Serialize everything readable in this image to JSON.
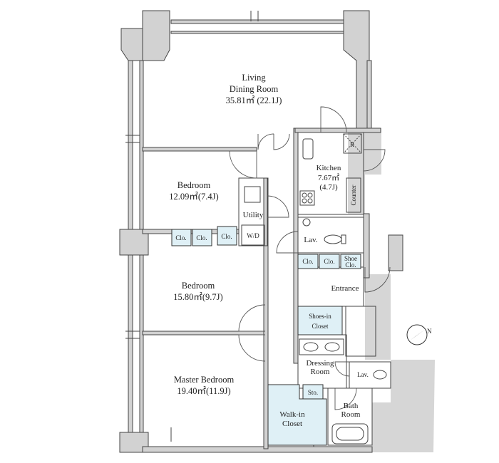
{
  "rooms": {
    "living": {
      "name_line1": "Living",
      "name_line2": "Dining Room",
      "area": "35.81㎡ (22.1J)"
    },
    "kitchen": {
      "name": "Kitchen",
      "area": "7.67㎡",
      "area2": "(4.7J)",
      "fridge": "R",
      "counter": "Counter"
    },
    "bedroom1": {
      "name": "Bedroom",
      "area": "12.09㎡(7.4J)"
    },
    "bedroom2": {
      "name": "Bedroom",
      "area": "15.80㎡(9.7J)"
    },
    "master": {
      "name": "Master Bedroom",
      "area": "19.40㎡(11.9J)"
    },
    "utility": {
      "name": "Utility",
      "wd": "W/D"
    },
    "lav1": {
      "name": "Lav."
    },
    "lav2": {
      "name": "Lav."
    },
    "entrance": {
      "name": "Entrance"
    },
    "shoes_in": {
      "line1": "Shoes-in",
      "line2": "Closet"
    },
    "dressing": {
      "line1": "Dressing",
      "line2": "Room"
    },
    "bath": {
      "line1": "Bath",
      "line2": "Room"
    },
    "walkin": {
      "line1": "Walk-in",
      "line2": "Closet"
    },
    "storage": {
      "name": "Sto."
    }
  },
  "closets": {
    "clo_a": "Clo.",
    "clo_b": "Clo.",
    "clo_c": "Clo.",
    "clo_d": "Clo.",
    "clo_e": "Clo.",
    "shoe_line1": "Shoe",
    "shoe_line2": "Clo."
  },
  "compass": {
    "label": "N"
  }
}
